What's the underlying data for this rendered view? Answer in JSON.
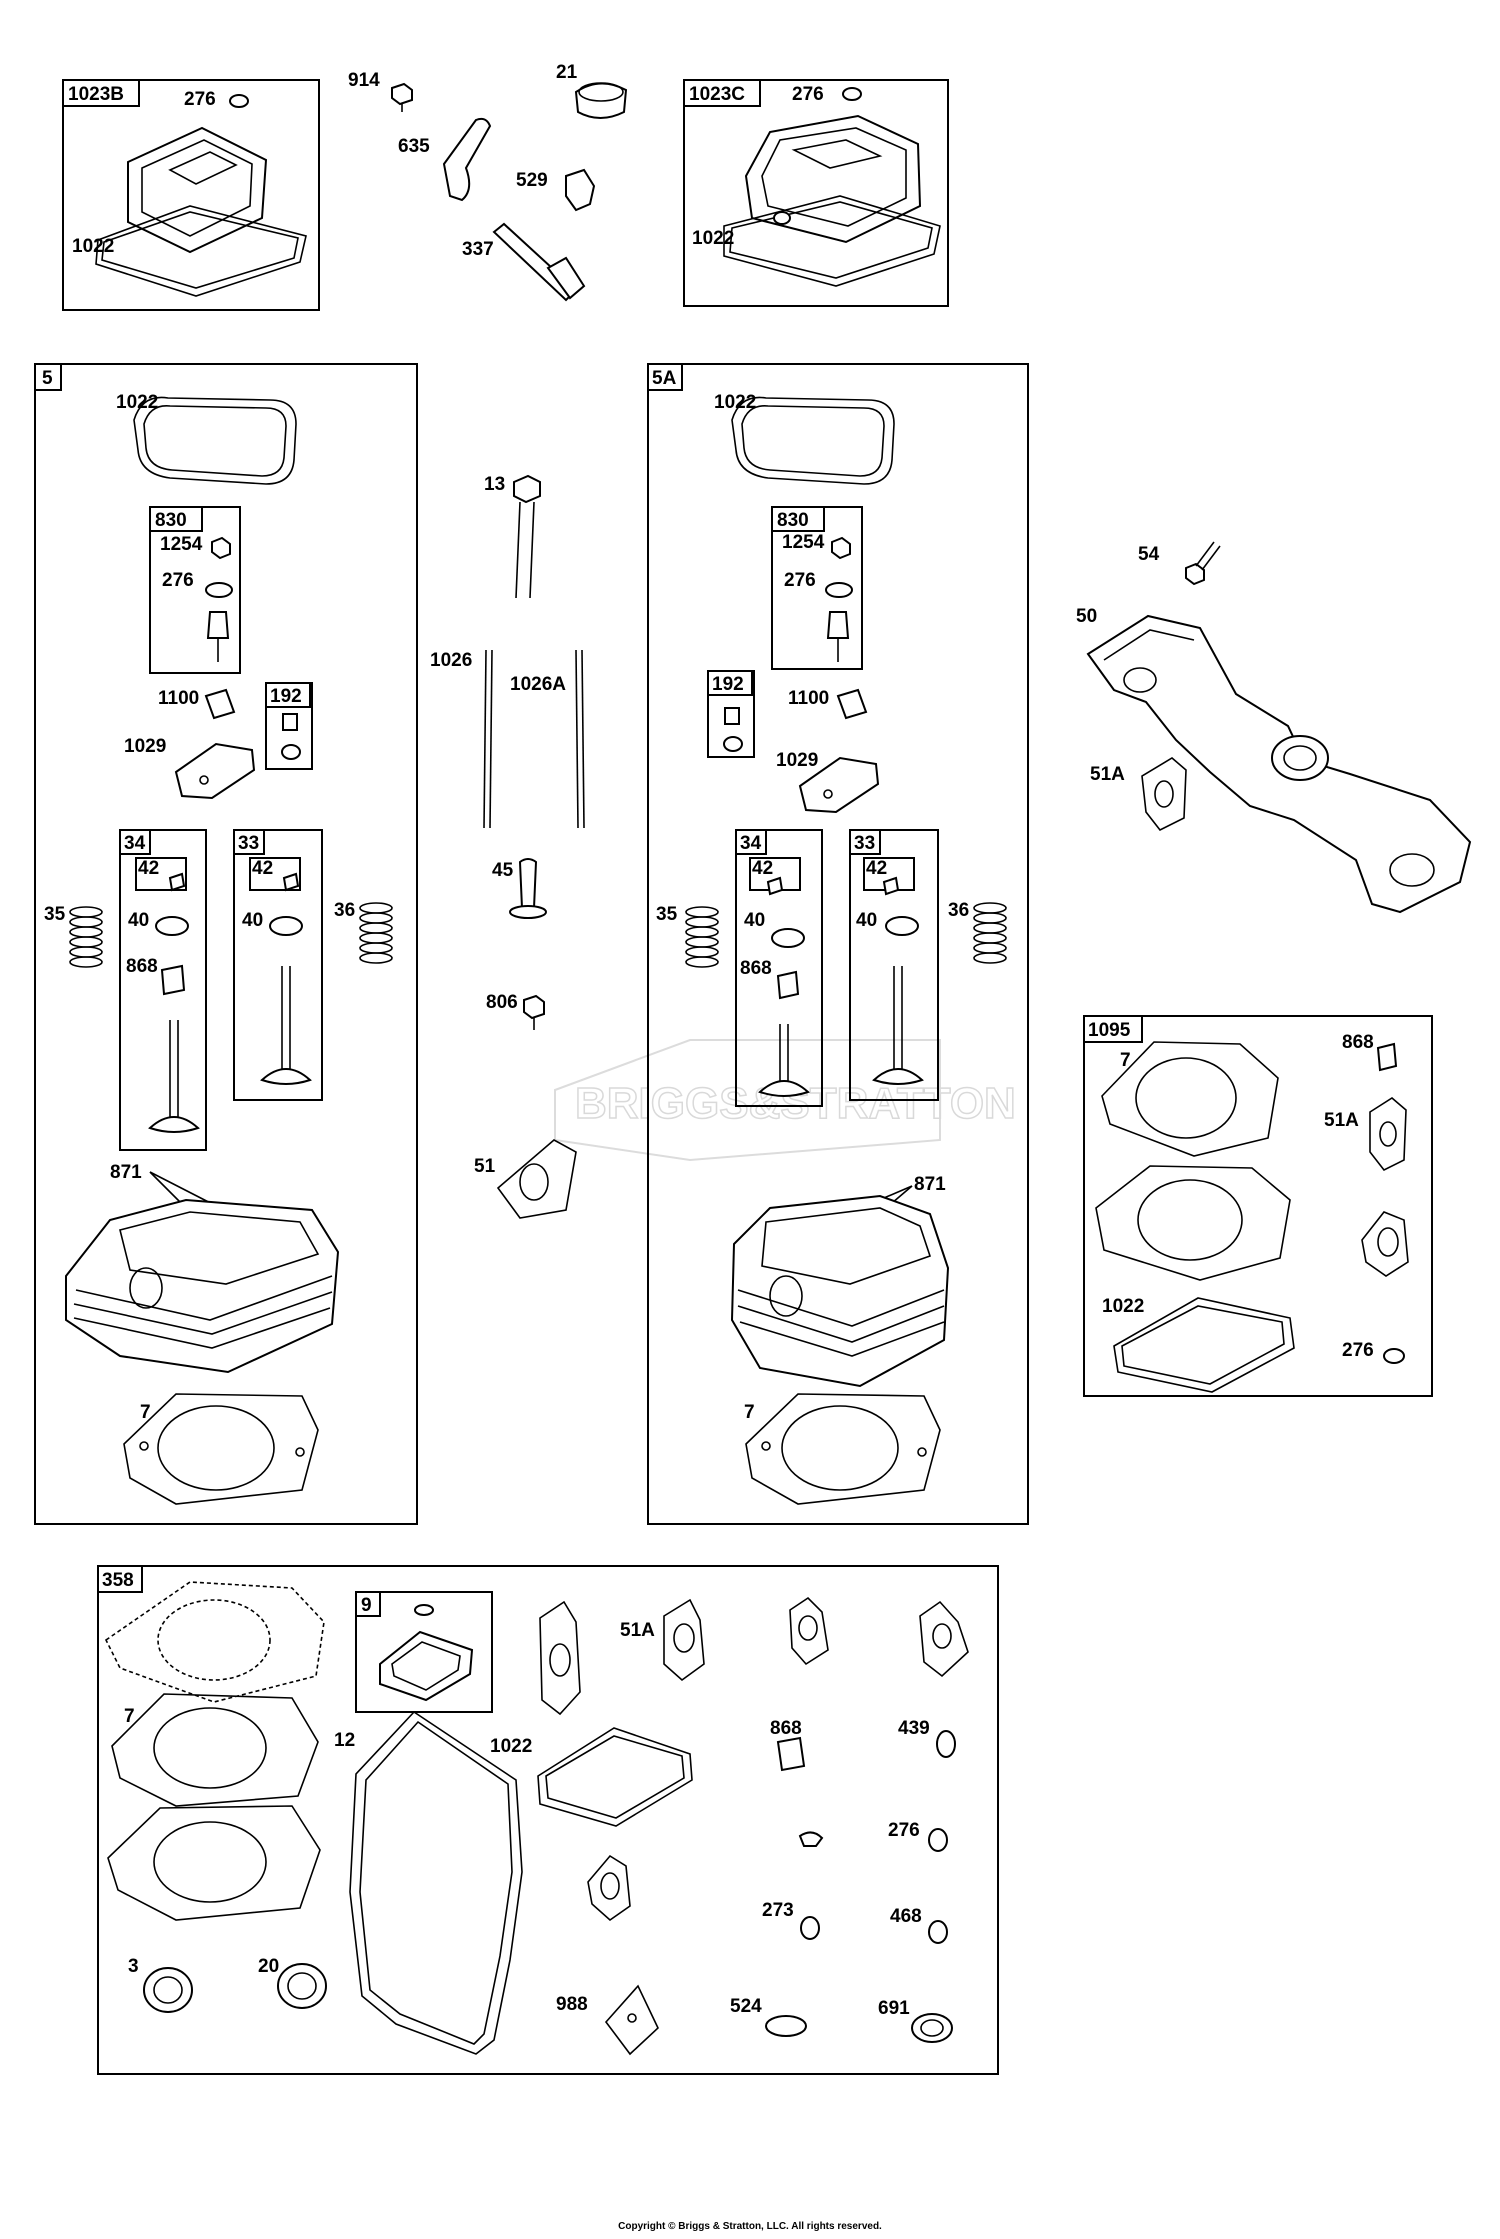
{
  "watermark": "BRIGGS&STRATTON",
  "copyright": "Copyright © Briggs & Stratton, LLC. All rights reserved.",
  "boxes": {
    "b1023B": "1023B",
    "b1023C": "1023C",
    "b5": "5",
    "b5A": "5A",
    "b830L": "830",
    "b830R": "830",
    "b192L": "192",
    "b192R": "192",
    "b34L": "34",
    "b33L": "33",
    "b34R": "34",
    "b33R": "33",
    "b42a": "42",
    "b42b": "42",
    "b42c": "42",
    "b42d": "42",
    "b1095": "1095",
    "b358": "358",
    "b9": "9"
  },
  "labels": {
    "l276a": "276",
    "l1022a": "1022",
    "l914": "914",
    "l21": "21",
    "l635": "635",
    "l529": "529",
    "l337": "337",
    "l276b": "276",
    "l1022b": "1022",
    "l1022c": "1022",
    "l1254a": "1254",
    "l276c": "276",
    "l1100a": "1100",
    "l1029a": "1029",
    "l35a": "35",
    "l40a": "40",
    "l868a": "868",
    "l40b": "40",
    "l36a": "36",
    "l871a": "871",
    "l7a": "7",
    "l13": "13",
    "l1026": "1026",
    "l1026A": "1026A",
    "l45": "45",
    "l806": "806",
    "l51": "51",
    "l1022d": "1022",
    "l1254b": "1254",
    "l276d": "276",
    "l1100b": "1100",
    "l1029b": "1029",
    "l35b": "35",
    "l40c": "40",
    "l868b": "868",
    "l40d": "40",
    "l36b": "36",
    "l871b": "871",
    "l7b": "7",
    "l54": "54",
    "l50": "50",
    "l51A": "51A",
    "l7c": "7",
    "l868c": "868",
    "l51Ab": "51A",
    "l1022e": "1022",
    "l276e": "276",
    "l7d": "7",
    "l12": "12",
    "l1022f": "1022",
    "l51Ac": "51A",
    "l868d": "868",
    "l439": "439",
    "l276f": "276",
    "l273": "273",
    "l468": "468",
    "l3": "3",
    "l20": "20",
    "l988": "988",
    "l524": "524",
    "l691": "691"
  }
}
